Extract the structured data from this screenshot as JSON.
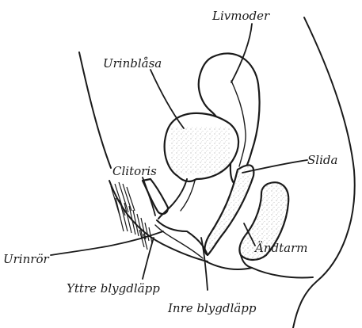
{
  "labels": {
    "uterus": "Livmoder",
    "bladder": "Urinblåsa",
    "vagina": "Slida",
    "clitoris": "Clitoris",
    "urethra": "Urinrör",
    "rectum": "Ändtarm",
    "labia_majora": "Yttre blygdläpp",
    "labia_minora": "Inre blygdläpp"
  }
}
